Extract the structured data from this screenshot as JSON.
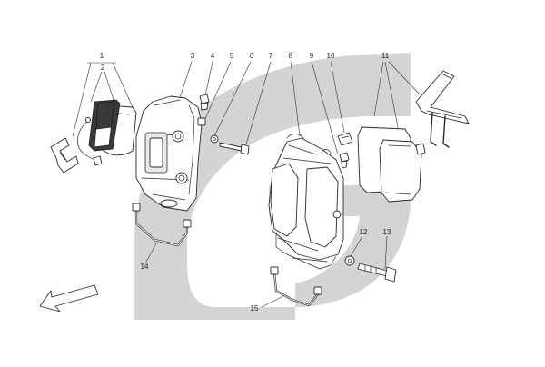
{
  "diagram": {
    "watermark_color": "#d4d4d4",
    "line_color": "#2a2a2a",
    "callouts": [
      {
        "id": "1",
        "label": "1"
      },
      {
        "id": "2",
        "label": "2"
      },
      {
        "id": "3",
        "label": "3"
      },
      {
        "id": "4",
        "label": "4"
      },
      {
        "id": "5",
        "label": "5"
      },
      {
        "id": "6",
        "label": "6"
      },
      {
        "id": "7",
        "label": "7"
      },
      {
        "id": "8",
        "label": "8"
      },
      {
        "id": "9",
        "label": "9"
      },
      {
        "id": "10",
        "label": "10"
      },
      {
        "id": "11",
        "label": "11"
      },
      {
        "id": "12",
        "label": "12"
      },
      {
        "id": "13",
        "label": "13"
      },
      {
        "id": "14",
        "label": "14"
      },
      {
        "id": "15",
        "label": "15"
      }
    ]
  }
}
